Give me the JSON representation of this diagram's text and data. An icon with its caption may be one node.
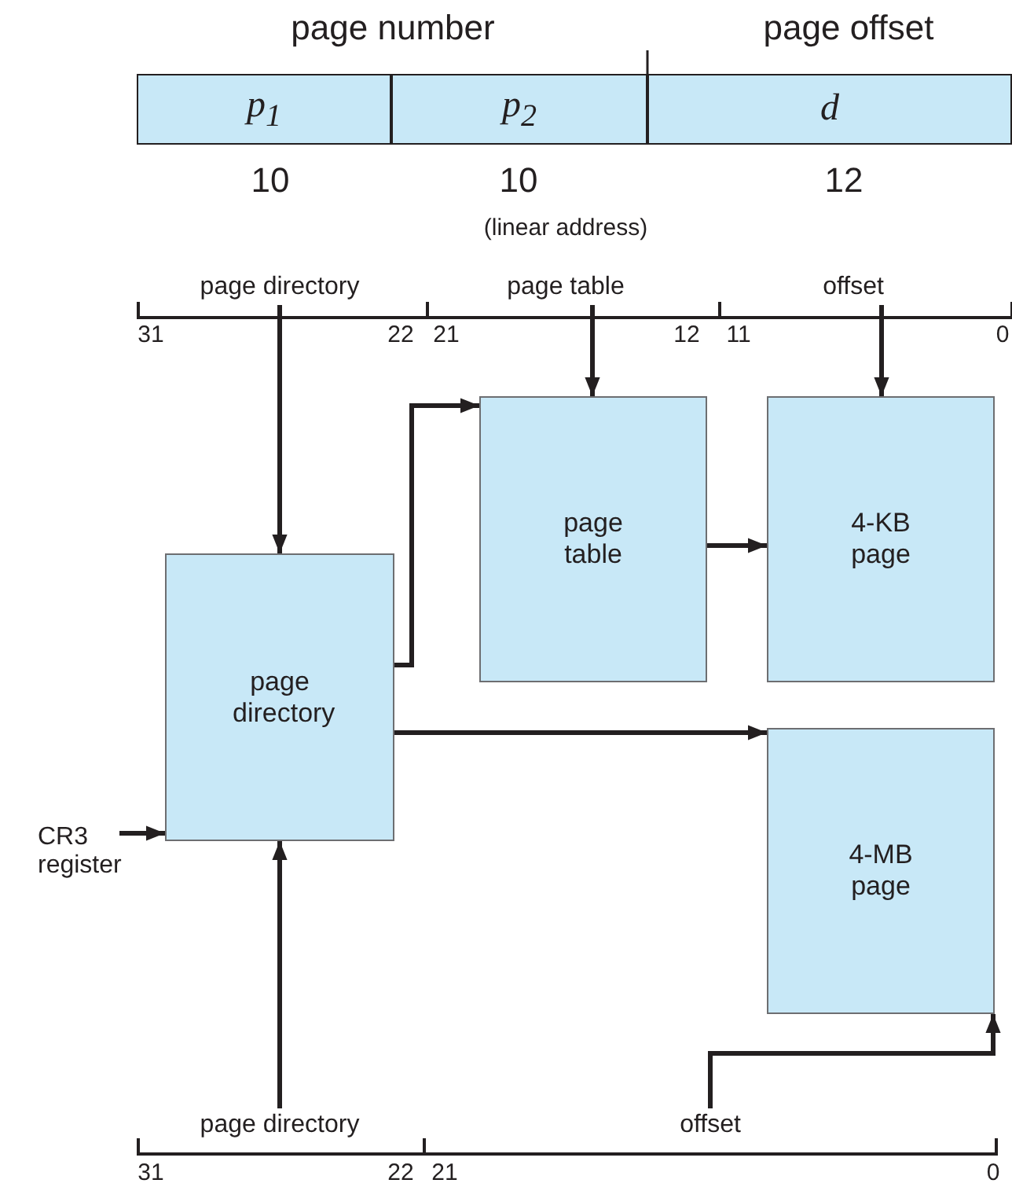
{
  "diagram": {
    "nodes": [
      {
        "text": [
          "p$_{1}$"
        ]
      },
      {
        "text": [
          "p$_{2}$"
        ]
      },
      {
        "text": [
          "d"
        ]
      },
      {
        "text": [
          "page directory"
        ]
      },
      {
        "text": [
          "page table"
        ]
      },
      {
        "text": [
          "offset"
        ]
      },
      {
        "text": [
          "page directory"
        ]
      },
      {
        "text": [
          "page table"
        ]
      },
      {
        "text": [
          "4-KB page"
        ]
      },
      {
        "text": [
          "4-MB page"
        ]
      },
      {
        "text": [
          "CR3 register"
        ]
      },
      {
        "text": [
          "page directory"
        ]
      },
      {
        "text": [
          "offset"
        ]
      }
    ],
    "edges": [
      {
        "from": 3,
        "to": 6,
        "arrow": "to"
      },
      {
        "from": 4,
        "to": 7,
        "arrow": "to"
      },
      {
        "from": 5,
        "to": 8,
        "arrow": "to"
      },
      {
        "from": 6,
        "to": 7,
        "arrow": "to"
      },
      {
        "from": 7,
        "to": 8,
        "arrow": "to"
      },
      {
        "from": 6,
        "to": 9,
        "arrow": "to"
      },
      {
        "from": 10,
        "to": 6,
        "arrow": "to"
      },
      {
        "from": 11,
        "to": 6,
        "arrow": "to"
      },
      {
        "from": 12,
        "to": 9,
        "arrow": "to"
      }
    ],
    "labels": [
      "page number",
      "page offset",
      "10",
      "10",
      "12",
      "(linear address)",
      "31",
      "22",
      "21",
      "12",
      "11",
      "0",
      "31",
      "22",
      "21",
      "0"
    ]
  }
}
